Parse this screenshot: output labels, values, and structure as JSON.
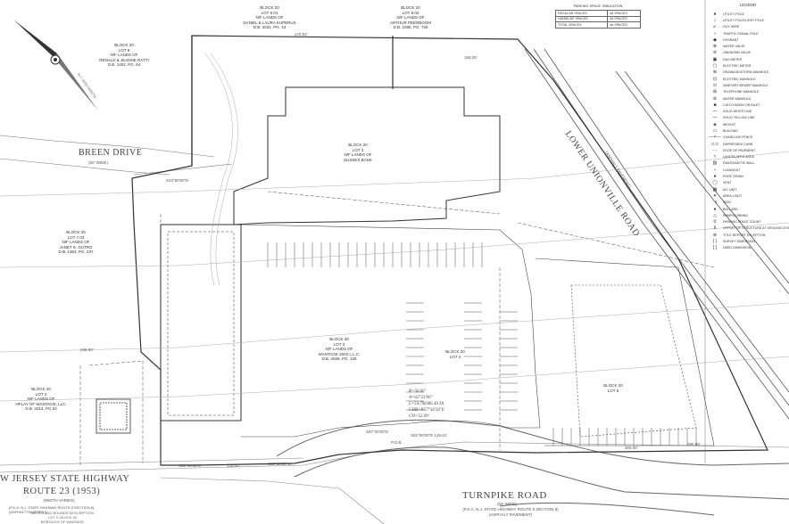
{
  "roads": {
    "breen": {
      "name": "BREEN DRIVE",
      "width": "(50' WIDE)"
    },
    "lower_unionville": {
      "name": "LOWER UNIONVILLE ROAD",
      "note": "(ASPHALT PAVEMENT)"
    },
    "turnpike": {
      "name": "TURNPIKE ROAD",
      "width": "(66' WIDE)",
      "note": "(F.K.A. N.J. STATE HIGHWAY ROUTE 8 SECTION 8)\n(ASPHALT PAVEMENT)"
    },
    "route23": {
      "name_line1": "W JERSEY STATE HIGHWAY",
      "name_line2": "ROUTE 23 (1953)",
      "width": "(WIDTH VARIES)",
      "note": "(F.K.A. N.J. STATE HIGHWAY ROUTE 8 SECTION 8)\n(ASPHALT PAVEMENT)",
      "sub_note": "METES AND BOUNDS DESCRIPTION\nLOT 3, BLOCK 20\nBOROUGH OF WANTAGE"
    }
  },
  "north_arrow": {
    "label": "N.J. GRID NORTH"
  },
  "parcels": [
    {
      "id": "b20-l9",
      "text": "BLOCK 20\nLOT 9\nN/F LANDS OF\nRENALD & JEANNE RATTI\nD.B. 1402, PG. 64"
    },
    {
      "id": "b20-l801",
      "text": "BLOCK 20\nLOT 8.01\nN/F LANDS OF\nDANIEL & LAURA KUPERUS\nD.B. 2031, PG. 44"
    },
    {
      "id": "b20-l802",
      "text": "BLOCK 20\nLOT 8.02\nN/F LANDS OF\nARTHUR PEERBOOM\nD.B. 1086, PG. 726"
    },
    {
      "id": "b20-l3-bank",
      "text": "BLOCK 20\nLOT 3\nN/F LANDS OF\nSUSSEX BANK"
    },
    {
      "id": "b20-l703",
      "text": "BLOCK 20\nLOT 7.03\nN/F LANDS OF\nJANET E. DUTRO\nD.B. 1363, PG. 237"
    },
    {
      "id": "b20-l2",
      "text": "BLOCK 20\nLOT 2\nN/F LANDS OF\nHPLAY OF WANTAGE, LLC.\nD.B. 3213, PG 53"
    },
    {
      "id": "b20-l3-main",
      "text": "BLOCK 20\nLOT 3\nN/F LANDS OF\nWANTAGE 2002 L.L.C.\nD.B. 2558, PG. 126"
    },
    {
      "id": "b20-l4",
      "text": "BLOCK 20\nLOT 4"
    },
    {
      "id": "b20-l5",
      "text": "BLOCK 20\nLOT 5"
    }
  ],
  "curve": {
    "r": "R=50.00'",
    "a": "A=62°23'00\"",
    "l": "L=54.79(S86.44 D)",
    "chb": "CHB=N57°34'34\"E",
    "ch": "CH=52.09'"
  },
  "dims": {
    "s1": "S62°00'00\"E",
    "s2": "S62°00'00\"E 126.61'",
    "s3": "S43°50'00\"E",
    "s4": "S87°00'00\"E",
    "s5": "S89°40'00\"W",
    "d1": "280.00'",
    "d2": "126.00'",
    "d3": "235.00'",
    "d4": "170.02'",
    "d5": "156.25'",
    "pob": "P.O.B.",
    "d6": "300.00'"
  },
  "tabulation": {
    "title": "PARKING SPACE TABULATION",
    "rows": [
      {
        "label": "REGULAR SPACES",
        "value": "## SPACES"
      },
      {
        "label": "HANDICAP SPACES",
        "value": "## SPACES"
      },
      {
        "label": "TOTAL SPACES",
        "value": "## SPACES"
      }
    ]
  },
  "legend": {
    "title": "LEGEND",
    "items": [
      "UTILITY POLE",
      "UTILITY POLE/LIGHT POLE",
      "GUY WIRE",
      "TRAFFIC SIGNAL POLE",
      "HYDRANT",
      "WATER VALVE",
      "UNKNOWN VALVE",
      "GAS METER",
      "ELECTRIC METER",
      "DRAINAGE/STORM MANHOLE",
      "ELECTRIC MANHOLE",
      "SANITARY/SEWER MANHOLE",
      "TELEPHONE MANHOLE",
      "WATER MANHOLE",
      "CATCH BASIN OR INLET",
      "SOLID WHITE LINE",
      "SOLID YELLOW LINE",
      "WEIGHT",
      "BUILDING",
      "CHAIN LINK FENCE",
      "DEPRESSED CURB",
      "EDGE OF PAVEMENT",
      "LANDSCAPED AREA",
      "RAILROAD/TIE WALL",
      "CLEANOUT",
      "ROOF DRAIN",
      "VENT",
      "A/C UNIT",
      "AREA LIGHT",
      "SIGN",
      "BOLLARD",
      "RAMP/CURBING",
      "PARKING SPACE COUNT",
      "OFFSET OF STRUCTURE AT GROUND LEVEL RELATIVE TO PROPERTY LINE",
      "TITLE REPORT EXCEPTION",
      "SURVEY DIMENSION",
      "DEED DIMENSION"
    ]
  }
}
